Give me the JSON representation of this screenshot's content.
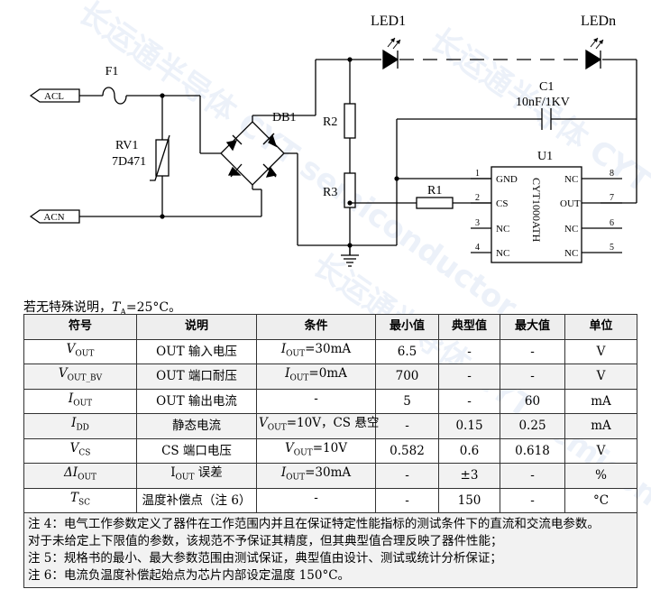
{
  "circuit": {
    "labels": {
      "acl": "ACL",
      "acn": "ACN",
      "fuse": "F1",
      "varistor_ref": "RV1",
      "varistor_value": "7D471",
      "bridge": "DB1",
      "r2": "R2",
      "r3": "R3",
      "r1": "R1",
      "led1": "LED1",
      "ledn": "LEDn",
      "cap_ref": "C1",
      "cap_value": "10nF/1KV",
      "ic_ref": "U1",
      "ic_part": "CYT1000ATH"
    },
    "ic_pins": [
      {
        "num": "1",
        "name": "GND"
      },
      {
        "num": "2",
        "name": "CS"
      },
      {
        "num": "3",
        "name": "NC"
      },
      {
        "num": "4",
        "name": "NC"
      },
      {
        "num": "8",
        "name": "NC"
      },
      {
        "num": "7",
        "name": "OUT"
      },
      {
        "num": "6",
        "name": "NC"
      },
      {
        "num": "5",
        "name": "NC"
      }
    ]
  },
  "condition": {
    "prefix": "若无特殊说明，",
    "var": "T",
    "sub": "A",
    "suffix": "=25°C。"
  },
  "table": {
    "headers": [
      "符号",
      "说明",
      "条件",
      "最小值",
      "典型值",
      "最大值",
      "单位"
    ],
    "rows": [
      {
        "sym": "V",
        "sym_sub": "OUT",
        "desc": "OUT 输入电压",
        "cond": {
          "v": "I",
          "sub": "OUT",
          "rest": "=30mA"
        },
        "min": "6.5",
        "typ": "-",
        "max": "-",
        "unit": "V"
      },
      {
        "sym": "V",
        "sym_sub": "OUT_BV",
        "desc": "OUT 端口耐压",
        "cond": {
          "v": "I",
          "sub": "OUT",
          "rest": "=0mA"
        },
        "min": "700",
        "typ": "-",
        "max": "-",
        "unit": "V"
      },
      {
        "sym": "I",
        "sym_sub": "OUT",
        "desc": "OUT 输出电流",
        "cond": {
          "v": "",
          "sub": "",
          "rest": "-"
        },
        "min": "5",
        "typ": "-",
        "max": "60",
        "unit": "mA"
      },
      {
        "sym": "I",
        "sym_sub": "DD",
        "desc": "静态电流",
        "cond": {
          "v": "V",
          "sub": "OUT",
          "rest": "=10V，CS 悬空"
        },
        "min": "-",
        "typ": "0.15",
        "max": "0.25",
        "unit": "mA"
      },
      {
        "sym": "V",
        "sym_sub": "CS",
        "desc": "CS 端口电压",
        "cond": {
          "v": "V",
          "sub": "OUT",
          "rest": "=10V"
        },
        "min": "0.582",
        "typ": "0.6",
        "max": "0.618",
        "unit": "V"
      },
      {
        "sym": "ΔI",
        "sym_sub": "OUT",
        "desc": "I",
        "desc_sub": "OUT",
        "desc_rest": " 误差",
        "cond": {
          "v": "I",
          "sub": "OUT",
          "rest": "=30mA"
        },
        "min": "-",
        "typ": "±3",
        "max": "-",
        "unit": "%"
      },
      {
        "sym": "T",
        "sym_sub": "SC",
        "desc": "温度补偿点（注 6）",
        "cond": {
          "v": "",
          "sub": "",
          "rest": "-"
        },
        "min": "-",
        "typ": "150",
        "max": "-",
        "unit": "°C"
      }
    ],
    "notes": [
      "注 4：电气工作参数定义了器件在工作范围内并且在保证特定性能指标的测试条件下的直流和交流电参数。",
      "对于未给定上下限值的参数，该规范不予保证其精度，但其典型值合理反映了器件性能；",
      "注 5：规格书的最小、最大参数范围由测试保证，典型值由设计、测试或统计分析保证；",
      "注 6：电流负温度补偿起始点为芯片内部设定温度 150°C。"
    ]
  },
  "watermark": "长运通半导体 CYT semiconductor",
  "colors": {
    "line": "#000000",
    "header_bg": "#eeeeee",
    "row_alt": "#f2f2f2",
    "watermark": "#4678c8"
  }
}
